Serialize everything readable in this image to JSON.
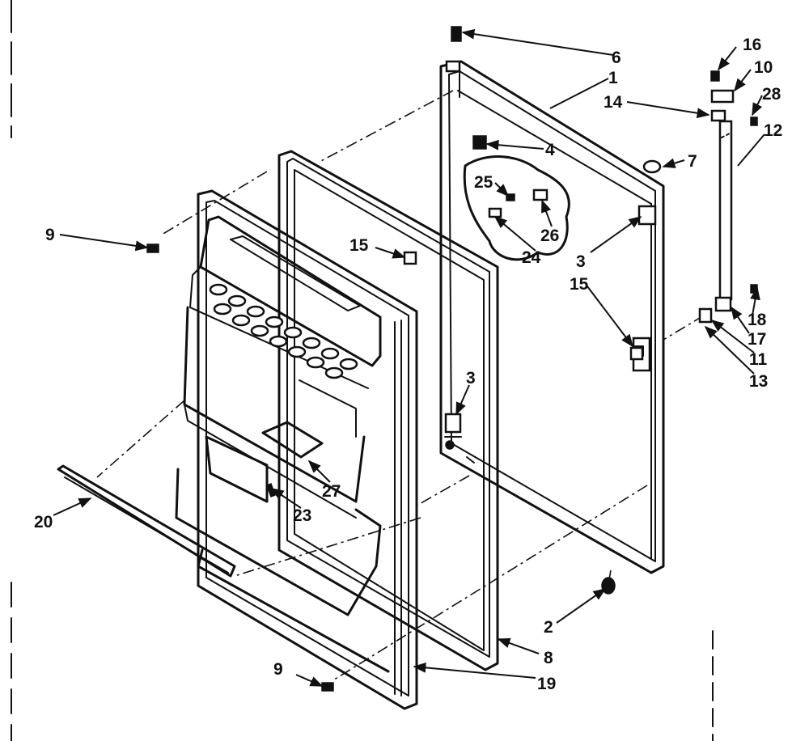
{
  "diagram": {
    "callouts": [
      "6",
      "16",
      "10",
      "1",
      "28",
      "14",
      "12",
      "4",
      "7",
      "25",
      "26",
      "24",
      "3",
      "15",
      "9",
      "15",
      "3",
      "18",
      "17",
      "11",
      "13",
      "27",
      "23",
      "20",
      "2",
      "8",
      "9",
      "19"
    ]
  }
}
